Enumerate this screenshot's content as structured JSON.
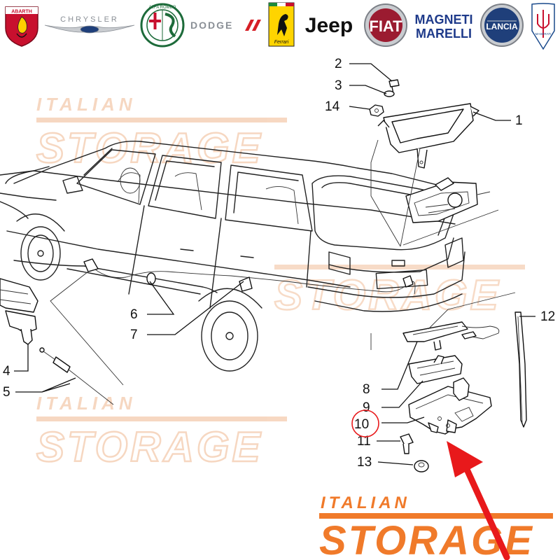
{
  "brands": [
    {
      "name": "Abarth",
      "label": "ABARTH",
      "icon": "scorpion-shield-icon",
      "color": "#c8102e"
    },
    {
      "name": "Chrysler",
      "label": "CHRYSLER",
      "icon": "winged-badge-icon",
      "color": "#8a8f96"
    },
    {
      "name": "Alfa Romeo",
      "label": "ALFA ROMEO",
      "icon": "alfa-roundel-icon",
      "color": "#1d6b3a"
    },
    {
      "name": "Dodge",
      "label": "DODGE",
      "icon": "dodge-stripes-icon",
      "color": "#d61f26"
    },
    {
      "name": "Ferrari",
      "label": "Ferrari",
      "icon": "prancing-horse-icon",
      "color": "#ffd400"
    },
    {
      "name": "Jeep",
      "label": "Jeep",
      "icon": "jeep-wordmark",
      "color": "#111111"
    },
    {
      "name": "Fiat",
      "label": "FIAT",
      "icon": "fiat-roundel-icon",
      "color": "#9b1b30"
    },
    {
      "name": "Magneti Marelli",
      "label_line1": "MAGNETI",
      "label_line2": "MARELLI",
      "icon": "magneti-marelli-wordmark",
      "color": "#1e3a8a"
    },
    {
      "name": "Lancia",
      "label": "LANCIA",
      "icon": "lancia-roundel-icon",
      "color": "#1f3f7a"
    },
    {
      "name": "Maserati",
      "label": "MASERATI",
      "icon": "trident-icon",
      "color": "#1a4a8c"
    }
  ],
  "watermark": {
    "line1": "ITALIAN",
    "line2": "STORAGE",
    "color": "#f0b890",
    "solid_color": "#f07a2a"
  },
  "callouts": [
    {
      "id": "1",
      "label": "1"
    },
    {
      "id": "2",
      "label": "2"
    },
    {
      "id": "3",
      "label": "3"
    },
    {
      "id": "4",
      "label": "4"
    },
    {
      "id": "5",
      "label": "5"
    },
    {
      "id": "6",
      "label": "6"
    },
    {
      "id": "7",
      "label": "7"
    },
    {
      "id": "8",
      "label": "8"
    },
    {
      "id": "9",
      "label": "9"
    },
    {
      "id": "10",
      "label": "10",
      "highlighted": true
    },
    {
      "id": "11",
      "label": "11"
    },
    {
      "id": "12",
      "label": "12"
    },
    {
      "id": "13",
      "label": "13"
    },
    {
      "id": "14",
      "label": "14"
    }
  ],
  "highlight_color": "#e8191b",
  "arrow_color": "#e8191b"
}
